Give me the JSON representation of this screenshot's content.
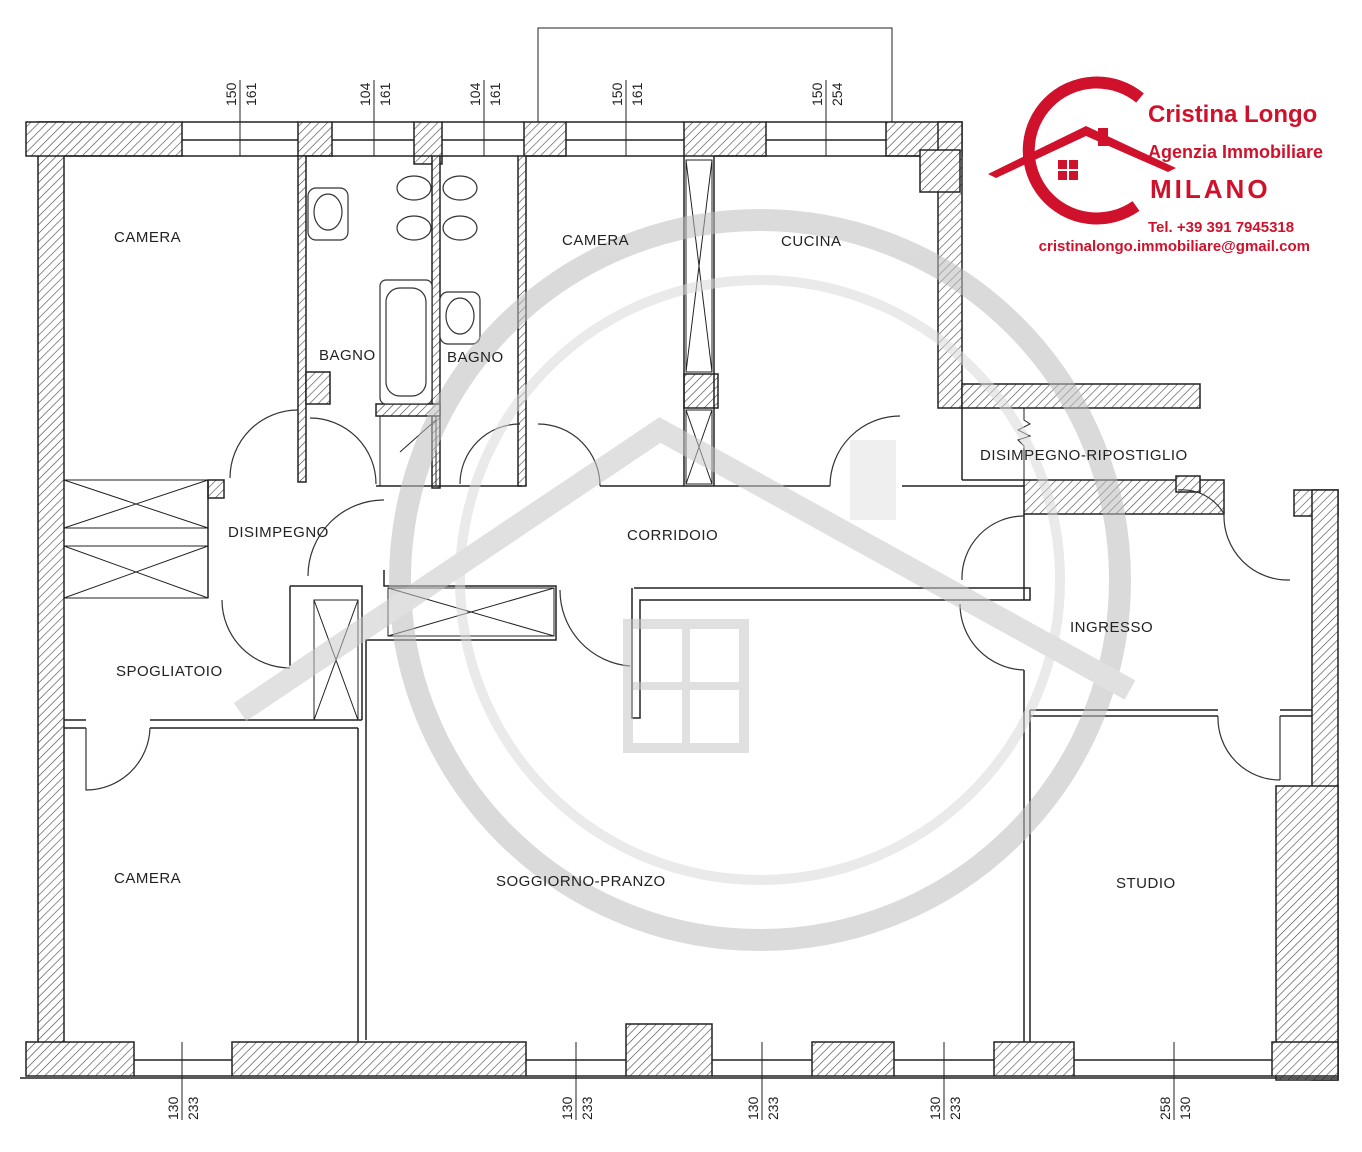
{
  "rooms": {
    "camera_1": "CAMERA",
    "bagno_1": "BAGNO",
    "bagno_2": "BAGNO",
    "camera_2": "CAMERA",
    "cucina": "CUCINA",
    "disimpegno_ripostiglio": "DISIMPEGNO-RIPOSTIGLIO",
    "disimpegno": "DISIMPEGNO",
    "corridoio": "CORRIDOIO",
    "spogliatoio": "SPOGLIATOIO",
    "ingresso": "INGRESSO",
    "camera_3": "CAMERA",
    "soggiorno_pranzo": "SOGGIORNO-PRANZO",
    "studio": "STUDIO"
  },
  "dimensions_top": [
    {
      "a": "150",
      "b": "161"
    },
    {
      "a": "104",
      "b": "161"
    },
    {
      "a": "104",
      "b": "161"
    },
    {
      "a": "150",
      "b": "161"
    },
    {
      "a": "150",
      "b": "254"
    }
  ],
  "dimensions_bottom": [
    {
      "a": "130",
      "b": "233"
    },
    {
      "a": "130",
      "b": "233"
    },
    {
      "a": "130",
      "b": "233"
    },
    {
      "a": "130",
      "b": "233"
    },
    {
      "a": "258",
      "b": "130"
    }
  ],
  "agency": {
    "name": "Cristina Longo",
    "subtitle": "Agenzia Immobiliare",
    "city": "MILANO",
    "phone": "Tel. +39 391 7945318",
    "email": "cristinalongo.immobiliare@gmail.com",
    "brand_color": "#d0112b"
  }
}
